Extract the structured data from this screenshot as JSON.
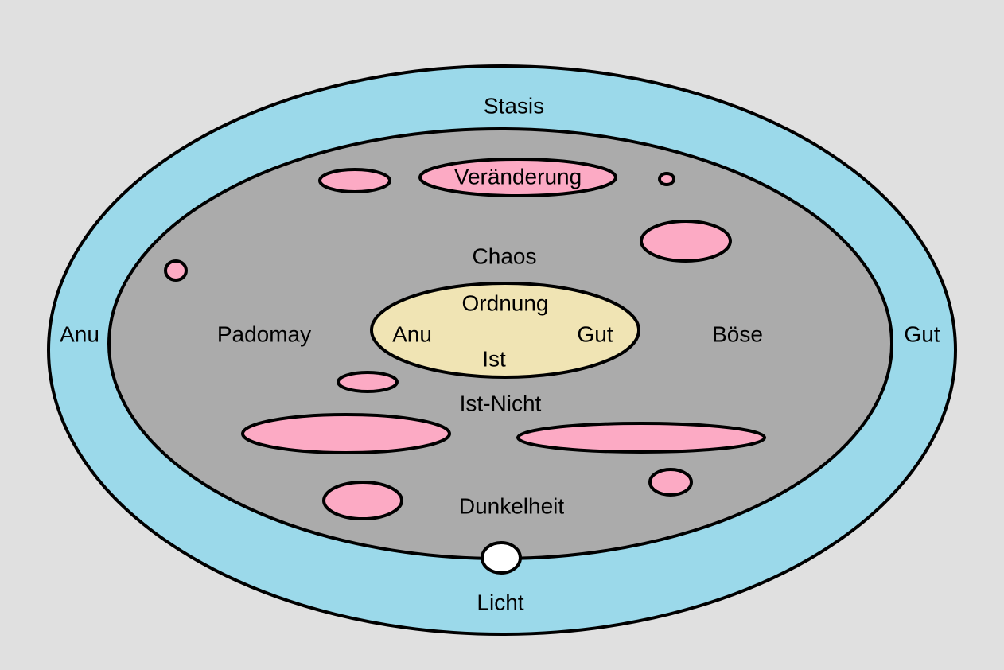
{
  "labels": {
    "stasis": "Stasis",
    "anu_outer": "Anu",
    "gut_outer": "Gut",
    "licht": "Licht",
    "chaos": "Chaos",
    "padomay": "Padomay",
    "boese": "Böse",
    "ist_nicht": "Ist-Nicht",
    "dunkelheit": "Dunkelheit",
    "veraenderung": "Veränderung",
    "ordnung": "Ordnung",
    "anu_inner": "Anu",
    "gut_inner": "Gut",
    "ist": "Ist"
  },
  "colors": {
    "background": "#e0e0e0",
    "outer_ring": "#9bd9ea",
    "chaos_region": "#ababab",
    "order_region": "#f0e4b4",
    "blobs": "#fcaac4",
    "light": "#ffffff",
    "outline": "#000000"
  }
}
